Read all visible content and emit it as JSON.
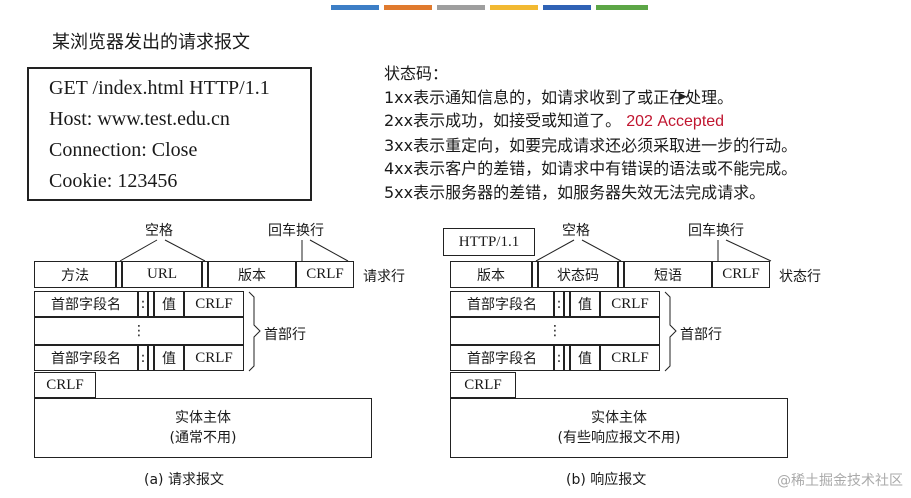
{
  "top_bar_colors": [
    "#3c7ec6",
    "#e07a2e",
    "#9e9e9e",
    "#f2b931",
    "#2f62b5",
    "#5ca646"
  ],
  "title": "某浏览器发出的请求报文",
  "request_example": {
    "lines": [
      "GET /index.html HTTP/1.1",
      "Host: www.test.edu.cn",
      "Connection: Close",
      "Cookie: 123456"
    ]
  },
  "status_codes": {
    "heading": "状态码：",
    "lines": [
      "1xx表示通知信息的，如请求收到了或正在处理。",
      "2xx表示成功，如接受或知道了。",
      "3xx表示重定向，如要完成请求还必须采取进一步的行动。",
      "4xx表示客户的差错，如请求中有错误的语法或不能完成。",
      "5xx表示服务器的差错，如服务器失效无法完成请求。"
    ],
    "highlight": "202 Accepted",
    "highlight_color": "#c0152f"
  },
  "request_diagram": {
    "space_label": "空格",
    "crlf_label": "回车换行",
    "start_line": [
      "方法",
      "URL",
      "版本",
      "CRLF"
    ],
    "start_line_label": "请求行",
    "header_field": "首部字段名",
    "colon": ":",
    "value": "值",
    "crlf": "CRLF",
    "ellipsis": "⋮",
    "header_label": "首部行",
    "entity_line1": "实体主体",
    "entity_line2": "(通常不用)",
    "caption": "(a) 请求报文"
  },
  "response_diagram": {
    "version_tag": "HTTP/1.1",
    "space_label": "空格",
    "crlf_label": "回车换行",
    "start_line": [
      "版本",
      "状态码",
      "短语",
      "CRLF"
    ],
    "start_line_label": "状态行",
    "header_field": "首部字段名",
    "colon": ":",
    "value": "值",
    "crlf": "CRLF",
    "ellipsis": "⋮",
    "header_label": "首部行",
    "entity_line1": "实体主体",
    "entity_line2": "(有些响应报文不用)",
    "caption": "(b) 响应报文"
  },
  "watermark": "@稀土掘金技术社区"
}
